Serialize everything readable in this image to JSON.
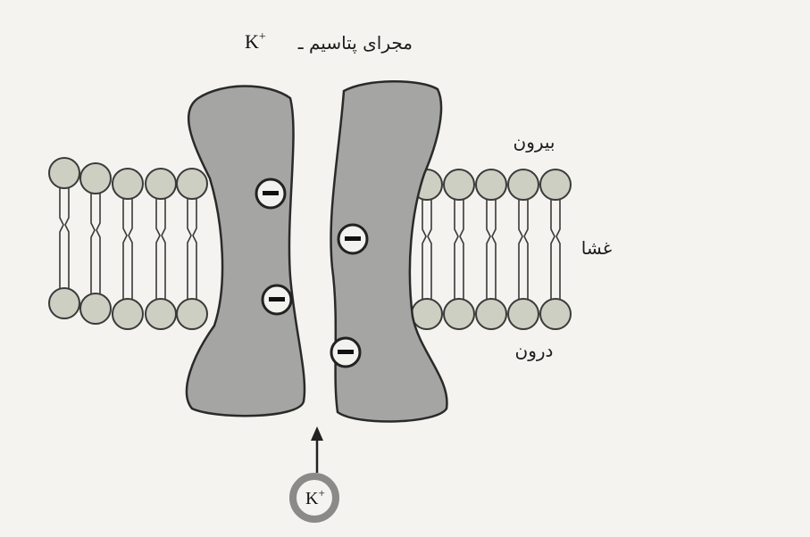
{
  "title": {
    "text": "مجرای پتاسیم ـ",
    "ion_base": "K",
    "ion_sup": "+"
  },
  "labels": {
    "outside": "بیرون",
    "membrane": "غشا",
    "inside": "درون"
  },
  "ion": {
    "base": "K",
    "sup": "+"
  },
  "colors": {
    "protein": "#a5a5a3",
    "lipid_head": "#cdcfc2",
    "stroke": "#3a3a3a",
    "ion_ring": "#8a8a88"
  }
}
